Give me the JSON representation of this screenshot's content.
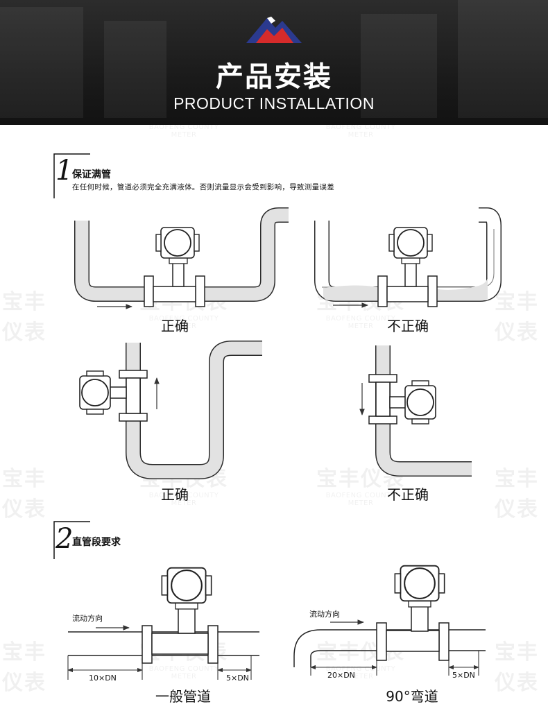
{
  "header": {
    "title": "产品安装",
    "subtitle": "PRODUCT INSTALLATION"
  },
  "watermark": {
    "cn": "宝丰仪表",
    "en": "BAOFENG COUNTY METER"
  },
  "section1": {
    "number": "1",
    "title": "保证满管",
    "description": "在任何时候，管道必须完全充满液体。否则流量显示会受到影响，导致测量误差"
  },
  "section2": {
    "number": "2",
    "title": "直管段要求"
  },
  "captions": {
    "correct": "正确",
    "incorrect": "不正确",
    "general_pipe": "一般管道",
    "elbow": "90°弯道"
  },
  "labels": {
    "flow_direction": "流动方向",
    "upstream_10dn": "10×DN",
    "downstream_5dn": "5×DN",
    "upstream_20dn": "20×DN"
  },
  "colors": {
    "pipe_fill": "#e2e2e2",
    "pipe_stroke": "#2a2a2a",
    "meter_fill": "#ffffff",
    "header_bg": "#1b1b1b",
    "logo_red": "#d62b2b",
    "logo_blue": "#2b3a8f"
  }
}
